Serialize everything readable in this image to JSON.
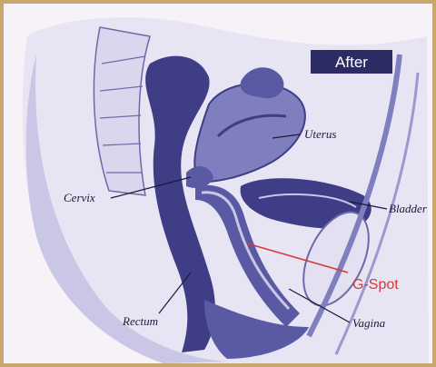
{
  "badge": {
    "text": "After"
  },
  "labels": {
    "uterus": "Uterus",
    "cervix": "Cervix",
    "bladder": "Bladder",
    "gspot": "G-Spot",
    "rectum": "Rectum",
    "vagina": "Vagina"
  },
  "colors": {
    "border": "#c9a66b",
    "background": "#f6f2f8",
    "tissue_dark": "#3e3d86",
    "tissue_mid": "#7f7fc0",
    "tissue_light": "#c9c6e6",
    "badge": "#2c2b63",
    "gspot_line": "#d23a3a"
  }
}
